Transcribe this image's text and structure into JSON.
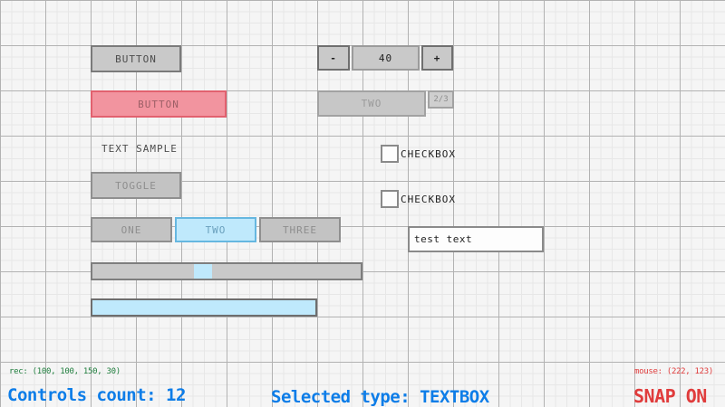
{
  "workspace": {
    "button": {
      "label": "BUTTON"
    },
    "selected_button": {
      "label": "BUTTON"
    },
    "text_label": {
      "text": "TEXT SAMPLE"
    },
    "toggle": {
      "label": "TOGGLE"
    },
    "toggle_group": {
      "items": [
        "ONE",
        "TWO",
        "THREE"
      ],
      "selected": "TWO"
    },
    "spinner": {
      "minus": "-",
      "value": "40",
      "plus": "+"
    },
    "combobox": {
      "selected": "TWO",
      "index": "2/3"
    },
    "checkbox_1": {
      "label": "CHECKBOX",
      "checked": false
    },
    "checkbox_2": {
      "label": "CHECKBOX",
      "checked": false
    },
    "textbox": {
      "value": "test text"
    },
    "slider": {
      "knob_percent": 38
    },
    "value_bar": {
      "fill_percent": 100
    }
  },
  "statusbar": {
    "selection_rect": "rec: (100, 100, 150, 30)",
    "mouse_position": "mouse: (222, 123)",
    "controls_count": "Controls count: 12",
    "selected_type": "Selected type: TEXTBOX",
    "snap_mode": "SNAP ON"
  },
  "colors": {
    "background": "#f5f5f5",
    "grid_minor": "#e7e7e7",
    "grid_major": "#b2b2b2",
    "control_fill": "#c9c9c9",
    "control_border": "#7a7a7a",
    "focused_fill": "#bfe9fc",
    "focused_border": "#66b7e0",
    "focused_text": "#6aa0bd",
    "selected_fill": "#f2949f",
    "selected_border": "#e2616f",
    "selected_text": "#9c5f66",
    "info_green": "#1e7d3c",
    "info_blue": "#0d7de8",
    "info_red": "#e03c3c"
  }
}
